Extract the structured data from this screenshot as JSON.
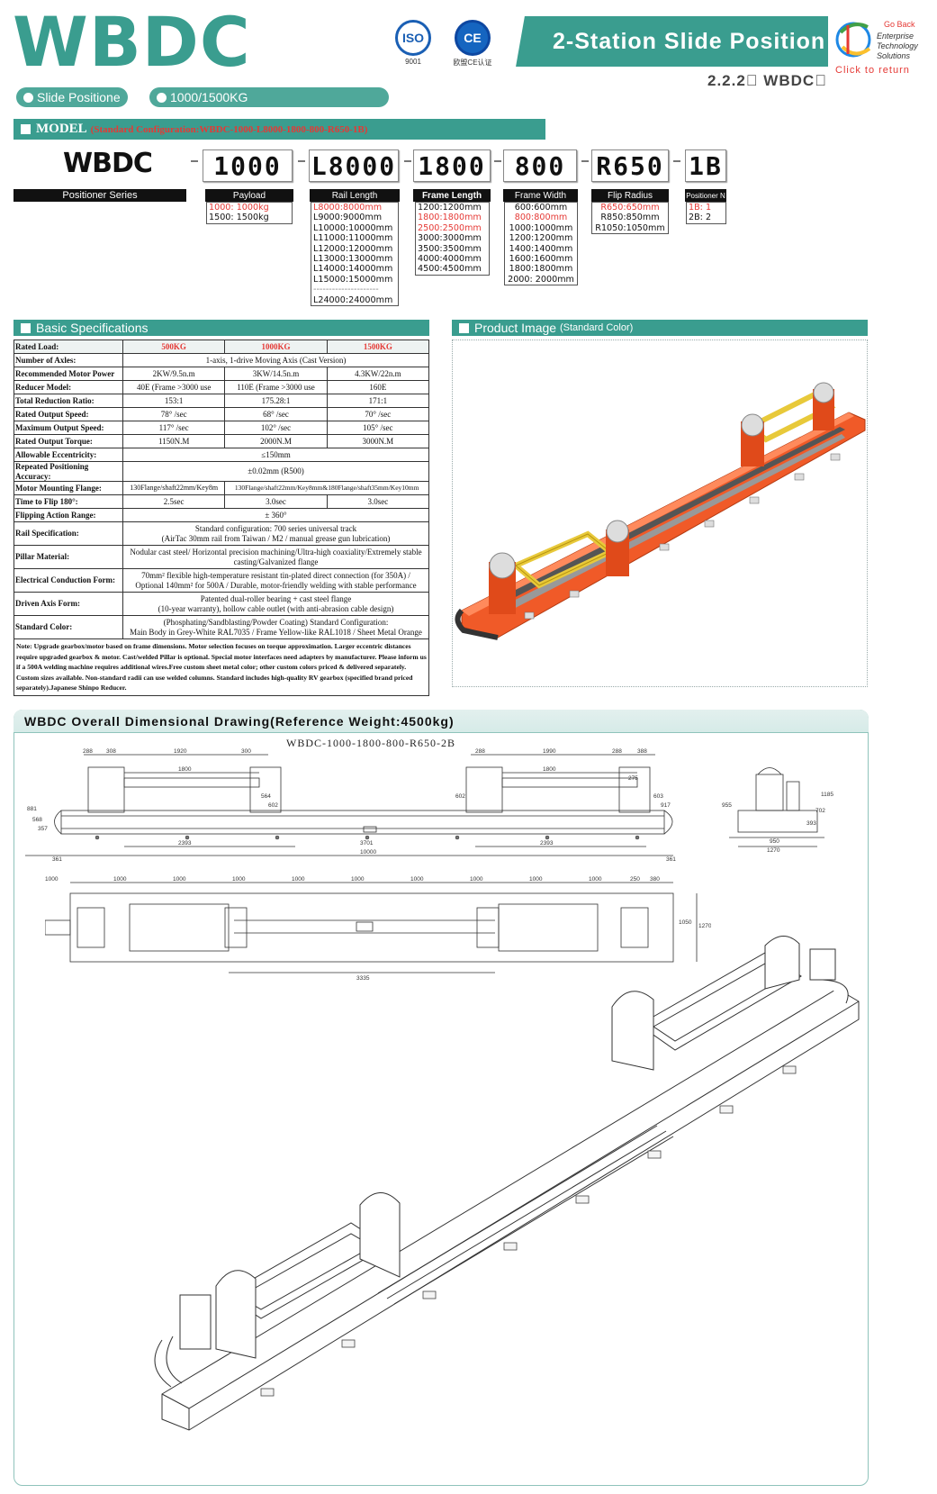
{
  "header": {
    "brand": "WBDC",
    "certs": [
      {
        "name": "iso-9001",
        "label": "ISO",
        "sub": "9001"
      },
      {
        "name": "ce-mark",
        "label": "CE",
        "sub": "欧盟CE认证"
      }
    ],
    "title": "2-Station Slide Position",
    "subcode": "2.2.2\u0000 WBDC\u0000",
    "goback": {
      "go_back": "Go Back",
      "lines": [
        "Enterprise",
        "Technology",
        "Solutions"
      ],
      "click": "Click to return"
    }
  },
  "pills": [
    "Slide Positione",
    "1000/1500KG"
  ],
  "model": {
    "heading": "MODEL",
    "standard": "(Standard Configuration:WBDC-1000-L8000-1800-800-R650-1B)",
    "series": "WBDC",
    "series_label": "Positioner Series",
    "codes": [
      "1000",
      "L8000",
      "1800",
      "800",
      "R650",
      "1B"
    ],
    "labels": [
      "Payload",
      "Rail Length",
      "Frame Length",
      "Frame Width",
      "Flip Radius",
      "Positioner N"
    ],
    "options": {
      "payload": [
        "1000: 1000kg",
        "1500: 1500kg"
      ],
      "rail": [
        "L8000:8000mm",
        "L9000:9000mm",
        "L10000:10000mm",
        "L11000:11000mm",
        "L12000:12000mm",
        "L13000:13000mm",
        "L14000:14000mm",
        "L15000:15000mm",
        "---------------------",
        "L24000:24000mm"
      ],
      "frame_length": [
        "1200:1200mm",
        "1800:1800mm",
        "2500:2500mm",
        "3000:3000mm",
        "3500:3500mm",
        "4000:4000mm",
        "4500:4500mm"
      ],
      "frame_width": [
        "600:600mm",
        "800:800mm",
        "1000:1000mm",
        "1200:1200mm",
        "1400:1400mm",
        "1600:1600mm",
        "1800:1800mm",
        "2000: 2000mm"
      ],
      "flip_radius": [
        "R650:650mm",
        "R850:850mm",
        "R1050:1050mm"
      ],
      "positioner_n": [
        "1B:  1",
        "2B:  2"
      ]
    }
  },
  "specs": {
    "heading": "Basic Specifications",
    "columns": [
      "Rated Load:",
      "500KG",
      "1000KG",
      "1500KG"
    ],
    "rows": [
      {
        "k": "Number of Axles:",
        "span": "1-axis, 1-drive Moving Axis (Cast Version)"
      },
      {
        "k": "Recommended Motor Power",
        "v": [
          "2KW/9.5n.m",
          "3KW/14.5n.m",
          "4.3KW/22n.m"
        ]
      },
      {
        "k": "Reducer Model:",
        "v": [
          "40E (Frame >3000 use",
          "110E (Frame >3000 use",
          "160E"
        ]
      },
      {
        "k": "Total Reduction Ratio:",
        "v": [
          "153:1",
          "175.28:1",
          "171:1"
        ]
      },
      {
        "k": "Rated Output Speed:",
        "v": [
          "78° /sec",
          "68° /sec",
          "70° /sec"
        ]
      },
      {
        "k": "Maximum Output Speed:",
        "v": [
          "117° /sec",
          "102° /sec",
          "105° /sec"
        ]
      },
      {
        "k": "Rated Output Torque:",
        "v": [
          "1150N.M",
          "2000N.M",
          "3000N.M"
        ]
      },
      {
        "k": "Allowable Eccentricity:",
        "span": "≤150mm"
      },
      {
        "k": "Repeated Positioning Accuracy:",
        "span": "±0.02mm (R500)"
      },
      {
        "k": "Motor Mounting Flange:",
        "v1": "130Flange/shaft22mm/Key8m",
        "v23": "130Flange/shaft22mm/Key8mm&180Flange/shaft35mm/Key10mm"
      },
      {
        "k": "Time to Flip 180°:",
        "v": [
          "2.5sec",
          "3.0sec",
          "3.0sec"
        ]
      },
      {
        "k": "Flipping Action Range:",
        "span": "± 360°"
      },
      {
        "k": "Rail Specification:",
        "span": "Standard configuration: 700 series universal track",
        "span2": "(AirTac 30mm rail from Taiwan / M2 / manual grease gun lubrication)"
      },
      {
        "k": "Pillar Material:",
        "span": "Nodular cast steel/ Horizontal precision machining/Ultra-high coaxiality/Extremely stable",
        "span2": "casting/Galvanized flange"
      },
      {
        "k": "Electrical Conduction Form:",
        "span": "70mm²  flexible high-temperature resistant tin-plated direct connection (for 350A) /",
        "span2": "Optional 140mm²  for 500A / Durable, motor-friendly welding with stable performance"
      },
      {
        "k": "Driven Axis Form:",
        "span": "Patented dual-roller bearing + cast steel flange",
        "span2": "(10-year warranty), hollow cable outlet (with anti-abrasion cable design)"
      },
      {
        "k": "Standard Color:",
        "span": "(Phosphating/Sandblasting/Powder Coating) Standard Configuration:",
        "span2": "Main Body in Grey-White RAL7035 / Frame Yellow-like RAL1018 / Sheet Metal Orange"
      }
    ],
    "note": "Note: Upgrade gearbox/motor based on frame dimensions. Motor selection focuses on torque approximation. Larger eccentric distances require upgraded gearbox & motor. Cast/welded Pillar is optional. Special motor interfaces need adapters by manufacturer. Please inform us if a 500A welding machine requires additional wires.Free custom sheet metal color; other custom colors priced & delivered separately. Custom sizes available. Non-standard radii can use welded columns. Standard includes high-quality RV gearbox (specified brand priced separately).Japanese Shinpo Reducer."
  },
  "product": {
    "heading": "Product Image",
    "heading_sub": "(Standard Color)"
  },
  "drawing": {
    "heading": "WBDC Overall Dimensional Drawing(Reference Weight:4500kg)",
    "sub": "WBDC-1000-1800-800-R650-2B",
    "dims_top": [
      "288",
      "308",
      "1920",
      "300",
      "1800",
      "288",
      "1990",
      "288",
      "388",
      "1800"
    ],
    "dims_bottom": [
      "2393",
      "3701",
      "2393",
      "10000"
    ],
    "dims_left": [
      "881",
      "568",
      "357",
      "361",
      "361"
    ],
    "dims_mid": [
      "564",
      "602",
      "602",
      "603",
      "917",
      "275"
    ],
    "dims_side": [
      "955",
      "1185",
      "702",
      "393",
      "950",
      "1270"
    ],
    "dims_plan": [
      "1000",
      "1000",
      "1000",
      "1000",
      "1000",
      "1000",
      "1000",
      "1000",
      "1000",
      "1000",
      "250",
      "380"
    ],
    "dims_plan_right": [
      "1050",
      "1270"
    ],
    "dims_plan_bottom": "3335"
  },
  "colors": {
    "accent": "#3a9d8f",
    "highlight": "#e53935",
    "orange": "#f05a28",
    "yellow": "#e8c93a"
  }
}
